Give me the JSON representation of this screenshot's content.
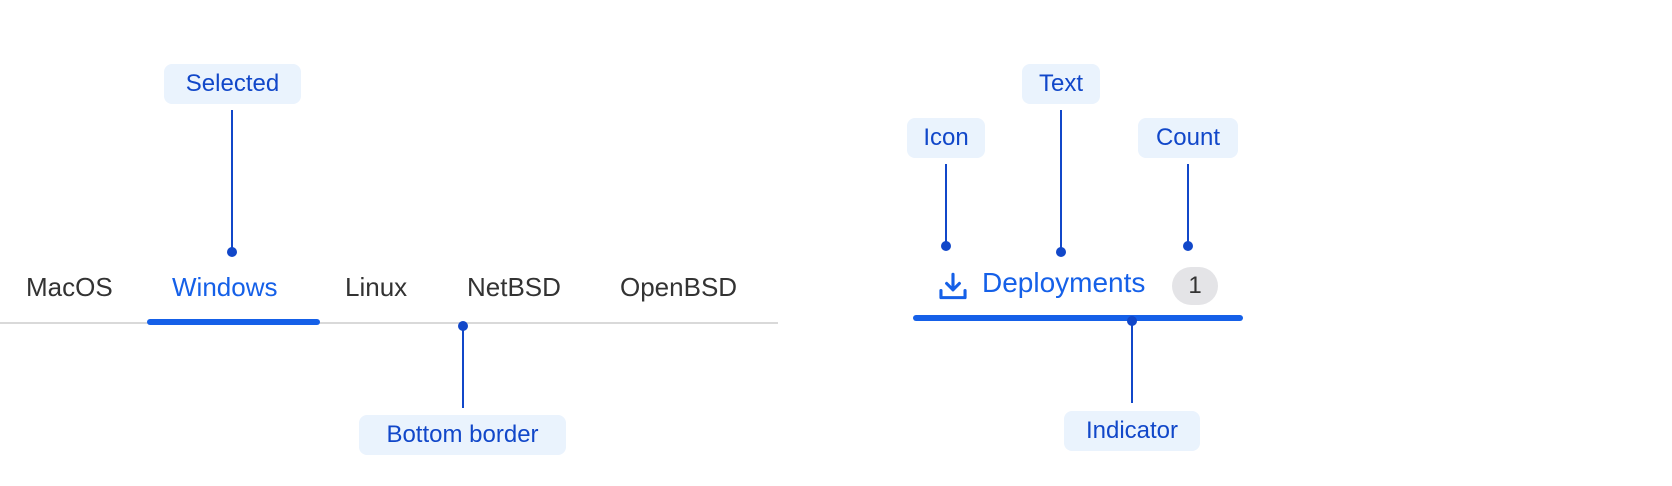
{
  "tabs": {
    "items": [
      "MacOS",
      "Windows",
      "Linux",
      "NetBSD",
      "OpenBSD"
    ],
    "selected": "Windows"
  },
  "annotations": {
    "selected": "Selected",
    "bottom_border": "Bottom border",
    "icon": "Icon",
    "text": "Text",
    "count": "Count",
    "indicator": "Indicator"
  },
  "deployment_tab": {
    "icon": "download-icon",
    "label": "Deployments",
    "count": "1"
  },
  "colors": {
    "accent": "#1560e8",
    "annotation": "#1147c9",
    "callout_bg": "#eaf3fd",
    "border": "#d9d9d9"
  }
}
